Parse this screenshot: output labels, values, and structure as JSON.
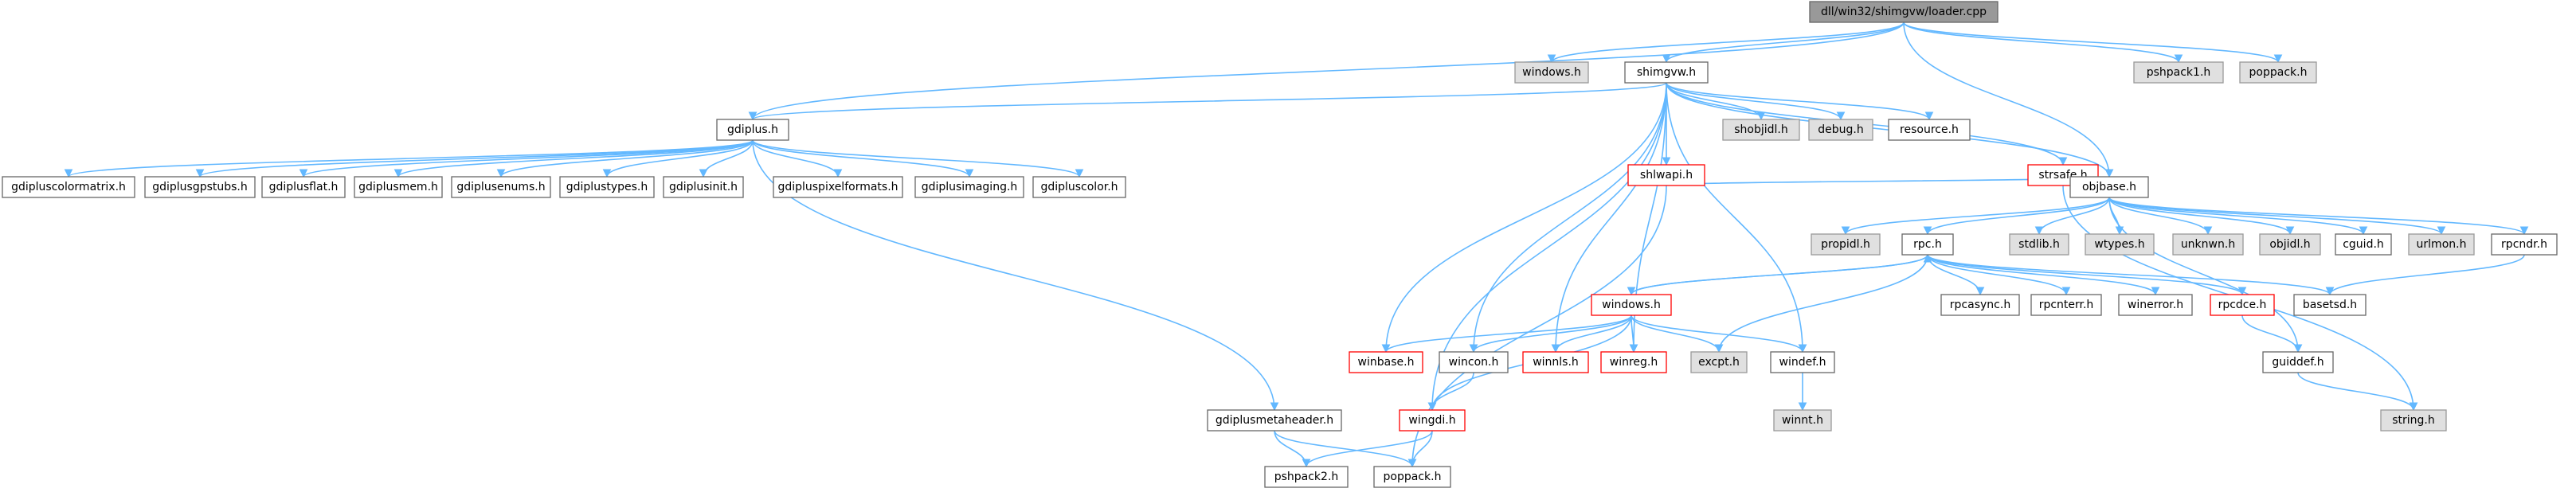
{
  "diagram": {
    "type": "include-dependency-graph",
    "colors": {
      "edge": "#63b8ff",
      "root_fill": "#999999",
      "root_border": "#666666",
      "default_fill": "#ffffff",
      "default_border": "#666666",
      "external_fill": "#e0e0e0",
      "external_border": "#999999",
      "missing_fill": "#ffffff",
      "missing_border": "#ff0000"
    },
    "nodes": [
      {
        "id": "root",
        "label": "dll/win32/shimgvw/loader.cpp",
        "style": "root"
      },
      {
        "id": "windows_ext",
        "label": "windows.h",
        "style": "external"
      },
      {
        "id": "shimgvw",
        "label": "shimgvw.h",
        "style": "default"
      },
      {
        "id": "pshpack1",
        "label": "pshpack1.h",
        "style": "external"
      },
      {
        "id": "poppack_ext",
        "label": "poppack.h",
        "style": "external"
      },
      {
        "id": "gdiplus",
        "label": "gdiplus.h",
        "style": "default"
      },
      {
        "id": "shlwapi",
        "label": "shlwapi.h",
        "style": "missing"
      },
      {
        "id": "shobjidl",
        "label": "shobjidl.h",
        "style": "external"
      },
      {
        "id": "debug",
        "label": "debug.h",
        "style": "external"
      },
      {
        "id": "resource",
        "label": "resource.h",
        "style": "default"
      },
      {
        "id": "strsafe",
        "label": "strsafe.h",
        "style": "missing"
      },
      {
        "id": "objbase",
        "label": "objbase.h",
        "style": "default"
      },
      {
        "id": "gdipluscolormatrix",
        "label": "gdipluscolormatrix.h",
        "style": "default"
      },
      {
        "id": "gdiplusgpstubs",
        "label": "gdiplusgpstubs.h",
        "style": "default"
      },
      {
        "id": "gdiplusflat",
        "label": "gdiplusflat.h",
        "style": "default"
      },
      {
        "id": "gdiplusmem",
        "label": "gdiplusmem.h",
        "style": "default"
      },
      {
        "id": "gdiplusenums",
        "label": "gdiplusenums.h",
        "style": "default"
      },
      {
        "id": "gdiplustypes",
        "label": "gdiplustypes.h",
        "style": "default"
      },
      {
        "id": "gdiplusinit",
        "label": "gdiplusinit.h",
        "style": "default"
      },
      {
        "id": "gdipluspixelformats",
        "label": "gdipluspixelformats.h",
        "style": "default"
      },
      {
        "id": "gdiplusimaging",
        "label": "gdiplusimaging.h",
        "style": "default"
      },
      {
        "id": "gdipluscolor",
        "label": "gdipluscolor.h",
        "style": "default"
      },
      {
        "id": "propidl",
        "label": "propidl.h",
        "style": "external"
      },
      {
        "id": "rpc",
        "label": "rpc.h",
        "style": "default"
      },
      {
        "id": "stdlib",
        "label": "stdlib.h",
        "style": "external"
      },
      {
        "id": "wtypes",
        "label": "wtypes.h",
        "style": "external"
      },
      {
        "id": "unknwn",
        "label": "unknwn.h",
        "style": "external"
      },
      {
        "id": "objidl",
        "label": "objidl.h",
        "style": "external"
      },
      {
        "id": "cguid",
        "label": "cguid.h",
        "style": "default"
      },
      {
        "id": "urlmon",
        "label": "urlmon.h",
        "style": "external"
      },
      {
        "id": "rpcndr",
        "label": "rpcndr.h",
        "style": "default"
      },
      {
        "id": "windows_red",
        "label": "windows.h",
        "style": "missing"
      },
      {
        "id": "rpcasync",
        "label": "rpcasync.h",
        "style": "default"
      },
      {
        "id": "rpcnterr",
        "label": "rpcnterr.h",
        "style": "default"
      },
      {
        "id": "winerror",
        "label": "winerror.h",
        "style": "default"
      },
      {
        "id": "rpcdce",
        "label": "rpcdce.h",
        "style": "missing"
      },
      {
        "id": "basetsd",
        "label": "basetsd.h",
        "style": "default"
      },
      {
        "id": "winbase",
        "label": "winbase.h",
        "style": "missing"
      },
      {
        "id": "wincon",
        "label": "wincon.h",
        "style": "default"
      },
      {
        "id": "winnls",
        "label": "winnls.h",
        "style": "missing"
      },
      {
        "id": "winreg",
        "label": "winreg.h",
        "style": "missing"
      },
      {
        "id": "excpt",
        "label": "excpt.h",
        "style": "external"
      },
      {
        "id": "windef",
        "label": "windef.h",
        "style": "default"
      },
      {
        "id": "guiddef",
        "label": "guiddef.h",
        "style": "default"
      },
      {
        "id": "winnt",
        "label": "winnt.h",
        "style": "external"
      },
      {
        "id": "string",
        "label": "string.h",
        "style": "external"
      },
      {
        "id": "gdiplusmetaheader",
        "label": "gdiplusmetaheader.h",
        "style": "default"
      },
      {
        "id": "wingdi",
        "label": "wingdi.h",
        "style": "missing"
      },
      {
        "id": "pshpack2",
        "label": "pshpack2.h",
        "style": "default"
      },
      {
        "id": "poppack",
        "label": "poppack.h",
        "style": "default"
      }
    ],
    "edges": [
      [
        "root",
        "windows_ext"
      ],
      [
        "root",
        "shimgvw"
      ],
      [
        "root",
        "pshpack1"
      ],
      [
        "root",
        "poppack_ext"
      ],
      [
        "root",
        "gdiplus"
      ],
      [
        "root",
        "objbase"
      ],
      [
        "shimgvw",
        "gdiplus"
      ],
      [
        "shimgvw",
        "shlwapi"
      ],
      [
        "shimgvw",
        "shobjidl"
      ],
      [
        "shimgvw",
        "debug"
      ],
      [
        "shimgvw",
        "resource"
      ],
      [
        "shimgvw",
        "strsafe"
      ],
      [
        "shimgvw",
        "objbase"
      ],
      [
        "shimgvw",
        "winbase"
      ],
      [
        "shimgvw",
        "wincon"
      ],
      [
        "shimgvw",
        "winnls"
      ],
      [
        "shimgvw",
        "winreg"
      ],
      [
        "shimgvw",
        "windef"
      ],
      [
        "shimgvw",
        "wingdi"
      ],
      [
        "gdiplus",
        "gdipluscolormatrix"
      ],
      [
        "gdiplus",
        "gdiplusgpstubs"
      ],
      [
        "gdiplus",
        "gdiplusflat"
      ],
      [
        "gdiplus",
        "gdiplusmem"
      ],
      [
        "gdiplus",
        "gdiplusenums"
      ],
      [
        "gdiplus",
        "gdiplustypes"
      ],
      [
        "gdiplus",
        "gdiplusinit"
      ],
      [
        "gdiplus",
        "gdipluspixelformats"
      ],
      [
        "gdiplus",
        "gdiplusimaging"
      ],
      [
        "gdiplus",
        "gdipluscolor"
      ],
      [
        "gdiplus",
        "gdiplusmetaheader"
      ],
      [
        "shlwapi",
        "objbase"
      ],
      [
        "shlwapi",
        "poppack"
      ],
      [
        "strsafe",
        "string"
      ],
      [
        "objbase",
        "propidl"
      ],
      [
        "objbase",
        "rpc"
      ],
      [
        "objbase",
        "stdlib"
      ],
      [
        "objbase",
        "wtypes"
      ],
      [
        "objbase",
        "unknwn"
      ],
      [
        "objbase",
        "objidl"
      ],
      [
        "objbase",
        "cguid"
      ],
      [
        "objbase",
        "urlmon"
      ],
      [
        "objbase",
        "rpcndr"
      ],
      [
        "objbase",
        "guiddef"
      ],
      [
        "rpc",
        "windows_red"
      ],
      [
        "rpc",
        "rpcasync"
      ],
      [
        "rpc",
        "rpcnterr"
      ],
      [
        "rpc",
        "winerror"
      ],
      [
        "rpc",
        "rpcdce"
      ],
      [
        "rpc",
        "basetsd"
      ],
      [
        "rpc",
        "excpt"
      ],
      [
        "rpcndr",
        "basetsd"
      ],
      [
        "windows_red",
        "rpc"
      ],
      [
        "windows_red",
        "winbase"
      ],
      [
        "windows_red",
        "wincon"
      ],
      [
        "windows_red",
        "winnls"
      ],
      [
        "windows_red",
        "winreg"
      ],
      [
        "windows_red",
        "excpt"
      ],
      [
        "windows_red",
        "windef"
      ],
      [
        "windows_red",
        "wingdi"
      ],
      [
        "rpcdce",
        "guiddef"
      ],
      [
        "guiddef",
        "string"
      ],
      [
        "windef",
        "winnt"
      ],
      [
        "wincon",
        "wingdi"
      ],
      [
        "gdiplusmetaheader",
        "pshpack2"
      ],
      [
        "gdiplusmetaheader",
        "poppack"
      ],
      [
        "wingdi",
        "pshpack2"
      ],
      [
        "wingdi",
        "poppack"
      ]
    ]
  }
}
